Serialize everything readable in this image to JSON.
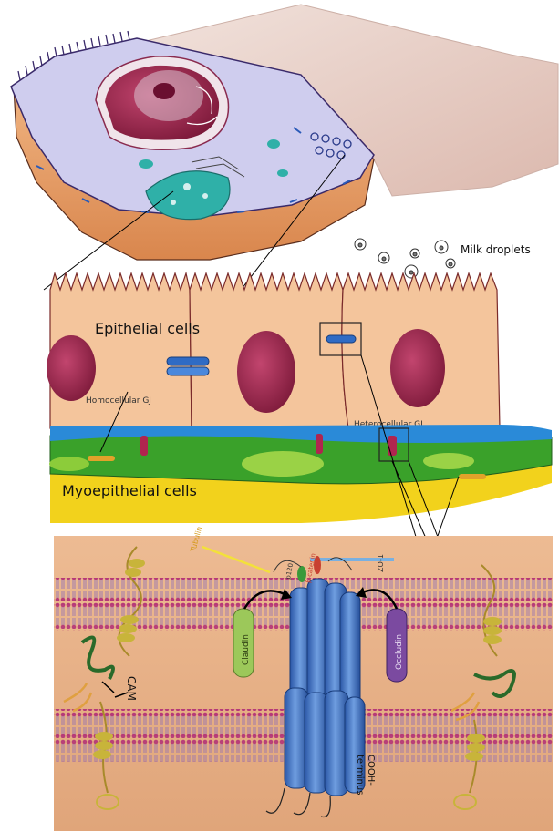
{
  "panel_top": {
    "colors": {
      "cell_body": "#e9a978",
      "cytoplasm": "#c9c6ea",
      "nucleus": "#9b2a4e",
      "tissue": "#ecd9d2",
      "outline": "#33204a"
    }
  },
  "panel_middle": {
    "labels": {
      "milk_droplets": "Milk droplets",
      "epithelial_cells": "Epithelial cells",
      "homocellular_gj": "Homocellular GJ",
      "heterocellular_gj": "Heterocellular GJ",
      "myoepithelial_cells": "Myoepithelial cells"
    },
    "colors": {
      "epithelium": "#f4c59c",
      "nucleus": "#a32650",
      "myoepithelium": "#3aa12a",
      "basement": "#f2d21c",
      "channel": "#2f6bc4"
    }
  },
  "panel_bottom": {
    "labels": {
      "tubulin": "Tubulin",
      "p120": "p120",
      "catenin": "β-catenin",
      "zo1": "ZO-1",
      "claudin": "Claudin",
      "occludin": "Occludin",
      "cam": "CAM",
      "cooh": "COOH-",
      "terminus": "terminus"
    },
    "colors": {
      "background": "#e8b28a",
      "membrane": "#c0407a",
      "connexin": "#3d74c8",
      "claudin": "#9cc85a",
      "occludin": "#7b4aa0",
      "cam": "#c8b43a"
    }
  }
}
